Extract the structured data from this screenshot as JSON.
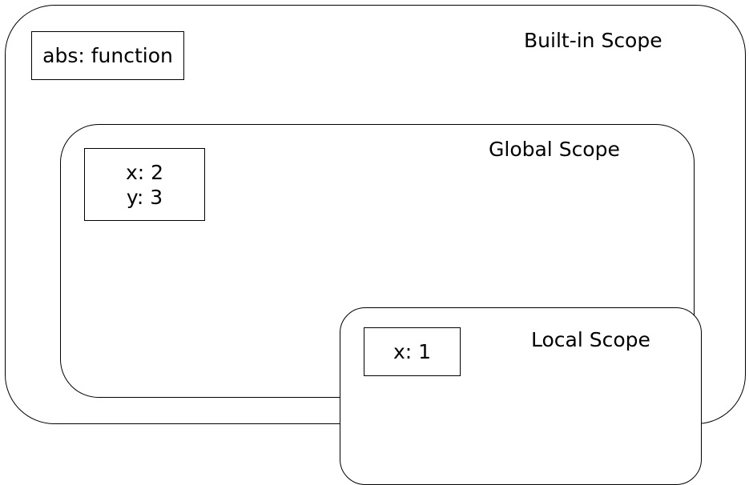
{
  "scopes": {
    "builtin": {
      "title": "Built-in Scope",
      "bindings": [
        "abs: function"
      ]
    },
    "global": {
      "title": "Global Scope",
      "bindings": [
        "x: 2",
        "y: 3"
      ]
    },
    "local": {
      "title": "Local Scope",
      "bindings": [
        "x: 1"
      ]
    }
  }
}
